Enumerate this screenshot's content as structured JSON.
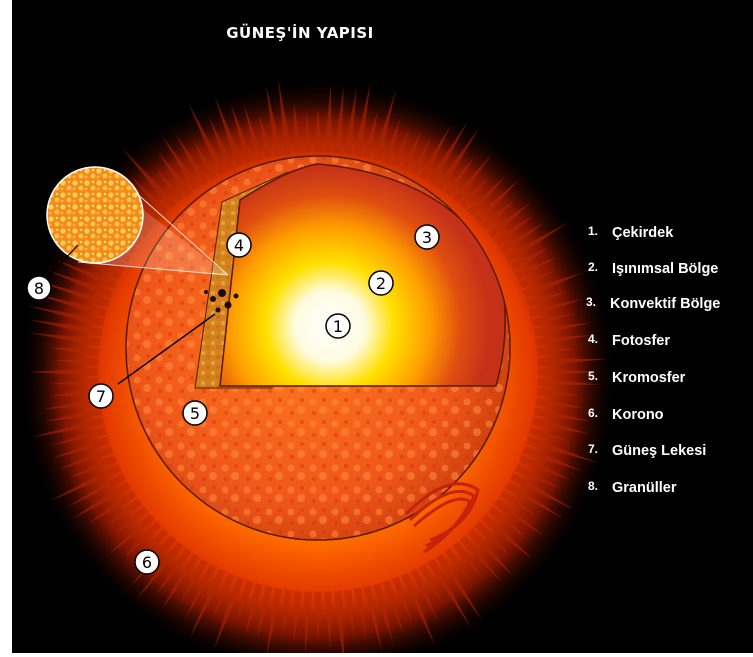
{
  "title": "GÜNEŞ'İN  YAPISI",
  "legend": [
    {
      "num": "1.",
      "label": "Çekirdek"
    },
    {
      "num": "2.",
      "label": "Işınımsal Bölge"
    },
    {
      "num": "3.",
      "label": "Konvektif Bölge"
    },
    {
      "num": "4.",
      "label": "Fotosfer"
    },
    {
      "num": "5.",
      "label": "Kromosfer"
    },
    {
      "num": "6.",
      "label": "Korono"
    },
    {
      "num": "7.",
      "label": "Güneş Lekesi"
    },
    {
      "num": "8.",
      "label": "Granüller"
    }
  ],
  "markers": {
    "core": "1",
    "radiative": "2",
    "convective": "3",
    "photosphere": "4",
    "chromosphere": "5",
    "corona": "6",
    "sunspot": "7",
    "granules": "8"
  },
  "colors": {
    "background": "#000000",
    "glow": "#ff5a00",
    "surface": "#e8470e",
    "core": "#ffffff",
    "inner": "#ffd200",
    "shell": "#b2221d"
  }
}
